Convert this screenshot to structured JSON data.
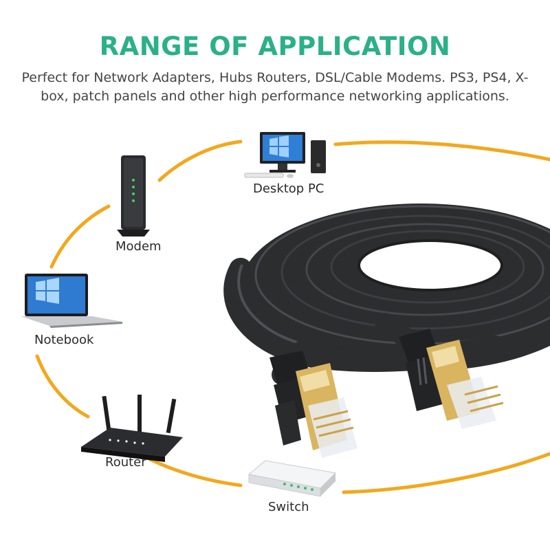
{
  "header": {
    "title": "RANGE OF APPLICATION",
    "subtitle": "Perfect for Network Adapters, Hubs Routers, DSL/Cable Modems. PS3, PS4, X-box, patch panels and other high performance networking applications."
  },
  "devices": {
    "desktop": "Desktop PC",
    "modem": "Modem",
    "notebook": "Notebook",
    "router": "Router",
    "switch": "Switch"
  },
  "colors": {
    "title": "#2bb088",
    "ring": "#f2a81d",
    "cable": "#2c2d2f",
    "gold": "#d9b560"
  },
  "icons": [
    "desktop-pc-icon",
    "modem-icon",
    "notebook-icon",
    "router-icon",
    "switch-icon",
    "ethernet-cable-image"
  ]
}
